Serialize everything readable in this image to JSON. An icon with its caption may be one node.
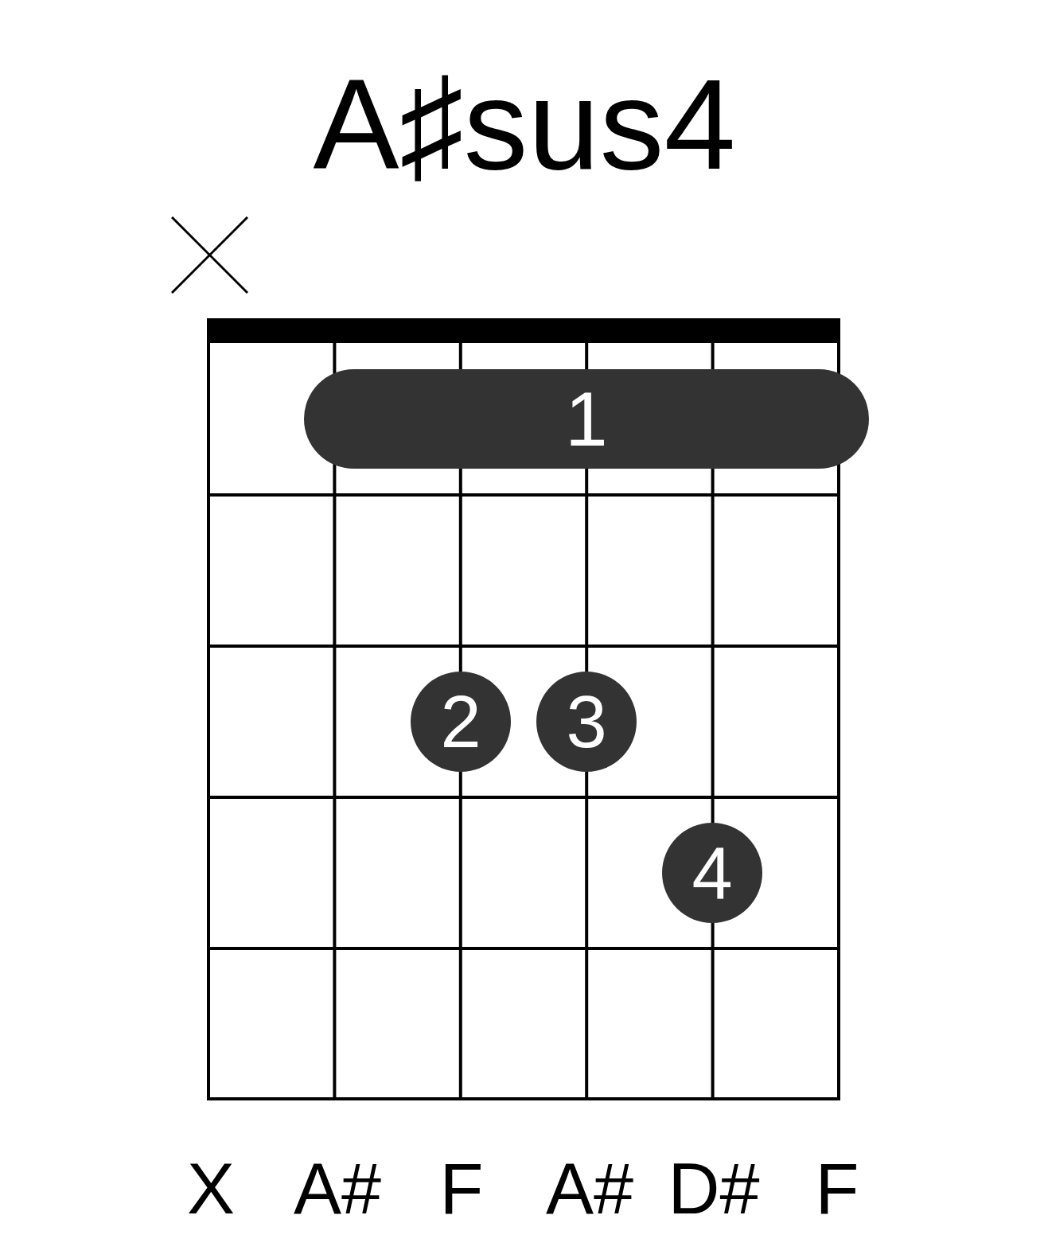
{
  "diagram": {
    "title": "A♯sus4",
    "nodes": [
      {
        "text": [
          "1"
        ]
      },
      {
        "text": [
          "2"
        ]
      },
      {
        "text": [
          "3"
        ]
      },
      {
        "text": [
          "4"
        ]
      }
    ],
    "labels": [
      "X",
      "A#",
      "F",
      "A#",
      "D#",
      "F"
    ]
  }
}
